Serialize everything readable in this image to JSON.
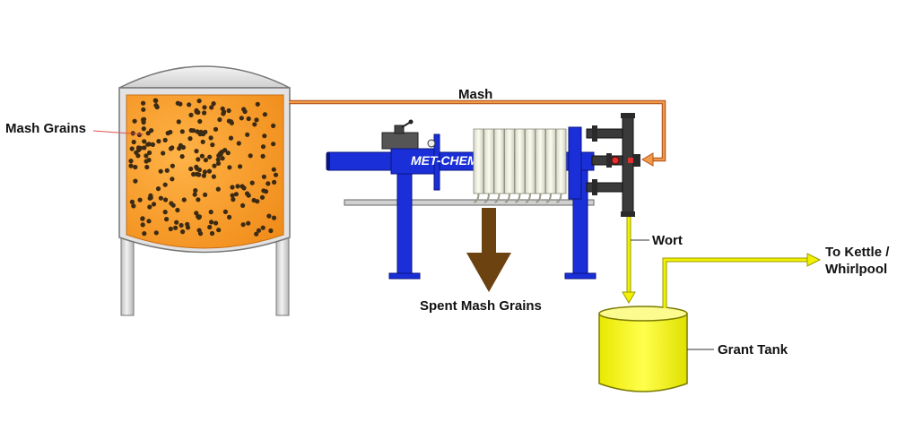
{
  "labels": {
    "mash_grains": "Mash Grains",
    "mash": "Mash",
    "brand": "MET-CHEM",
    "wort": "Wort",
    "spent_mash_grains": "Spent Mash Grains",
    "to_kettle_line1": "To Kettle /",
    "to_kettle_line2": "Whirlpool",
    "grant_tank": "Grant Tank"
  },
  "colors": {
    "mash_fill": "#f5a02a",
    "mash_line": "#d9762e",
    "press_blue": "#1a2fd8",
    "wort_yellow": "#f2f200",
    "spent_arrow": "#6b4210",
    "steel": "#d6d6d6"
  }
}
